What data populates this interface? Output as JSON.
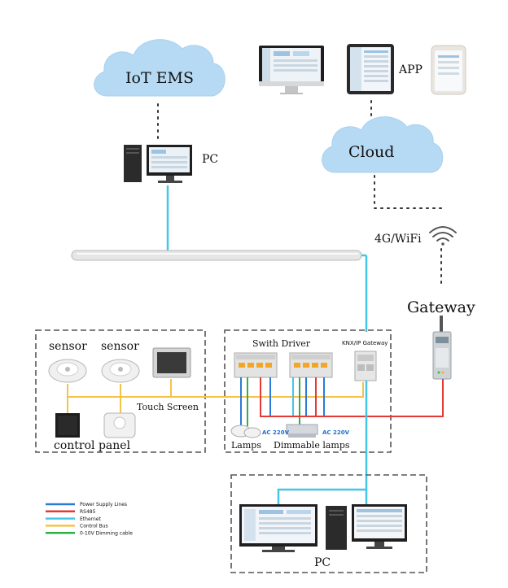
{
  "nodes": {
    "iot_ems": "IoT EMS",
    "cloud": "Cloud",
    "app": "APP",
    "pc_top": "PC",
    "wifi": "4G/WiFi",
    "gateway": "Gateway",
    "sensor_1": "sensor",
    "sensor_2": "sensor",
    "touch_screen": "Touch Screen",
    "control_panel": "control panel",
    "switch_driver": "Swith Driver",
    "knx_gateway": "KNX/IP Gateway",
    "lamps": "Lamps",
    "dimmable_lamps": "Dimmable lamps",
    "ac_1": "AC 220V",
    "ac_2": "AC 220V",
    "pc_bottom": "PC"
  },
  "legend": [
    {
      "label": "Power Supply Lines",
      "color": "#2b7bd6"
    },
    {
      "label": "RS485",
      "color": "#e53935"
    },
    {
      "label": "Ethernet",
      "color": "#46c6e6"
    },
    {
      "label": "Control Bus",
      "color": "#f5c24a"
    },
    {
      "label": "0-10V Dimming cable",
      "color": "#2fae4a"
    }
  ],
  "colors": {
    "cloud": "#b6daf4",
    "ethernet": "#46c6e6",
    "rs485": "#e53935",
    "control_bus": "#f5c24a",
    "power": "#2b7bd6",
    "dimming": "#2fae4a"
  }
}
